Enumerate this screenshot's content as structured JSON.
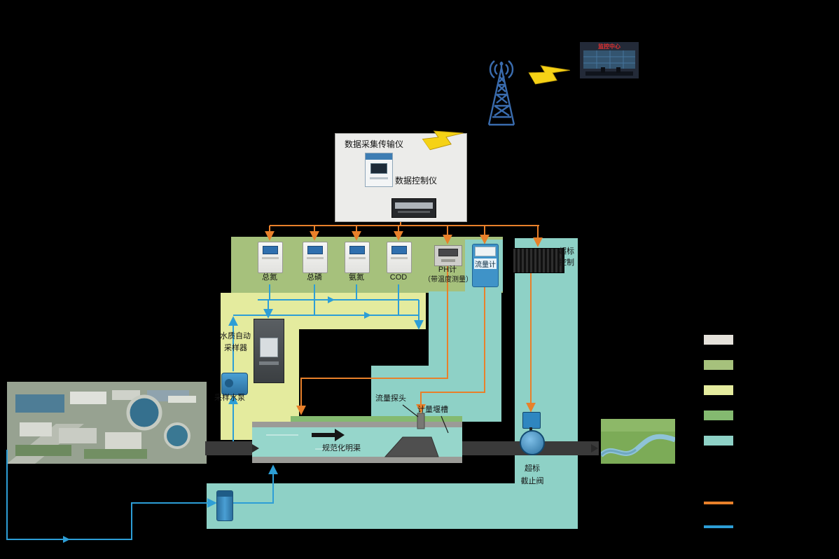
{
  "colors": {
    "bg": "#000000",
    "panel_green": "#a6c17c",
    "panel_yellow": "#e4eb9e",
    "panel_teal": "#8ed1c6",
    "panel_gray": "#ececea",
    "channel_green": "#84ba70",
    "water_teal": "#96d6cb",
    "wire_orange": "#e8802a",
    "wire_blue": "#2d9ed6",
    "pipe_dark": "#3a3a3a",
    "tower_blue": "#3a6cae",
    "bolt_yellow": "#f5d216",
    "monitor_red": "#e03030"
  },
  "daq": {
    "title": "数据采集传输仪",
    "controller_label": "数据控制仪"
  },
  "analyzers": {
    "items": [
      {
        "label": "总氮"
      },
      {
        "label": "总磷"
      },
      {
        "label": "氨氮"
      },
      {
        "label": "COD"
      }
    ]
  },
  "ph_meter": {
    "label": "PH计",
    "note": "（带温度测量）"
  },
  "flow_meter": {
    "label": "流量计"
  },
  "overlimit_controller": {
    "line1": "超标",
    "line2": "控制"
  },
  "sampler": {
    "line1": "水质自动",
    "line2": "采样器"
  },
  "sampling_pump": {
    "label": "采样水泵"
  },
  "flow_probe": {
    "label": "流量探头"
  },
  "weir": {
    "label": "计量堰槽"
  },
  "channel": {
    "label": "规范化明渠"
  },
  "shutoff_valve": {
    "line1": "超标",
    "line2": "截止阀"
  },
  "monitoring_center": {
    "label": "监控中心"
  },
  "legend": {
    "boxes": [
      "#e4e1da",
      "#a6c17c",
      "#e4eb9e",
      "#84ba70",
      "#8ed1c6"
    ],
    "lines": [
      "#e8802a",
      "#2d9ed6"
    ]
  }
}
